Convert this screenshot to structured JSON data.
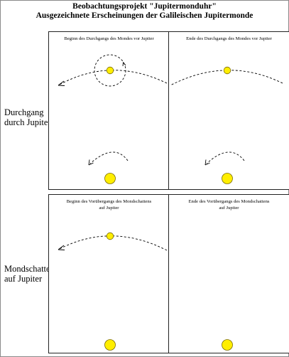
{
  "title": {
    "line1": "Beobachtungsprojekt \"Jupitermonduhr\"",
    "line2": "Ausgezeichnete Erscheinungen der Galileischen Jupitermonde"
  },
  "rows": [
    {
      "label_line1": "Durchgang",
      "label_line2": "durch Jupiter"
    },
    {
      "label_line1": "Mondschatten",
      "label_line2": "auf Jupiter"
    }
  ],
  "panels": {
    "transit_begin": {
      "title_line1": "Beginn des Durchgangs des Mondes vor Jupiter",
      "title_line2": ""
    },
    "transit_end": {
      "title_line1": "Ende des Durchgangs des Mondes vor Jupiter",
      "title_line2": ""
    },
    "shadow_begin": {
      "title_line1": "Beginn des Vorübergangs des Mondschattens",
      "title_line2": "auf Jupiter"
    },
    "shadow_end": {
      "title_line1": "Ende des Vorübergangs des Mondschattens",
      "title_line2": "auf Jupiter"
    }
  },
  "colors": {
    "body_fill": "#ffee00",
    "body_stroke": "#7a6a00",
    "line": "#000000",
    "frame": "#8a8a8a"
  }
}
